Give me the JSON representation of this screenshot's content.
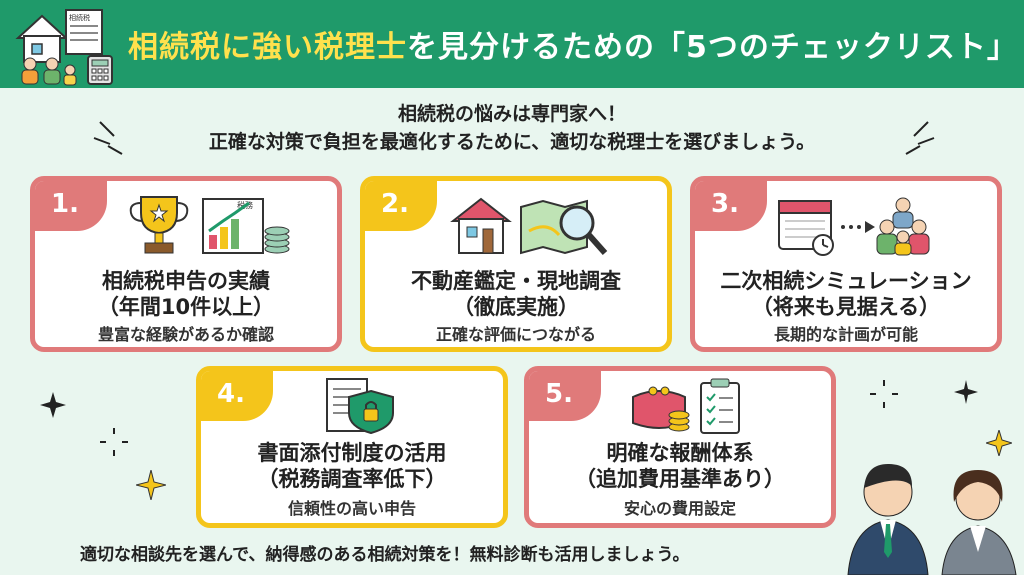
{
  "header": {
    "title_highlight": "相続税に強い税理士",
    "title_rest": "を見分けるための「5つのチェックリスト」",
    "doc_label": "相続税"
  },
  "intro": {
    "line1": "相続税の悩みは専門家へ！",
    "line2": "正確な対策で負担を最適化するために、適切な税理士を選びましょう。"
  },
  "cards": [
    {
      "num": "1.",
      "title1": "相続税申告の実績",
      "title2": "（年間10件以上）",
      "sub": "豊富な経験があるか確認",
      "doc_label": "税務"
    },
    {
      "num": "2.",
      "title1": "不動産鑑定・現地調査",
      "title2": "（徹底実施）",
      "sub": "正確な評価につながる"
    },
    {
      "num": "3.",
      "title1": "二次相続シミュレーション",
      "title2": "（将来も見据える）",
      "sub": "長期的な計画が可能"
    },
    {
      "num": "4.",
      "title1": "書面添付制度の活用",
      "title2": "（税務調査率低下）",
      "sub": "信頼性の高い申告"
    },
    {
      "num": "5.",
      "title1": "明確な報酬体系",
      "title2": "（追加費用基準あり）",
      "sub": "安心の費用設定"
    }
  ],
  "footer": "適切な相談先を選んで、納得感のある相続対策を！無料診断も活用しましょう。",
  "colors": {
    "green": "#1f9a6a",
    "yellow": "#f4c51b",
    "pink": "#e07a7a",
    "bg": "#e9f6ef"
  }
}
